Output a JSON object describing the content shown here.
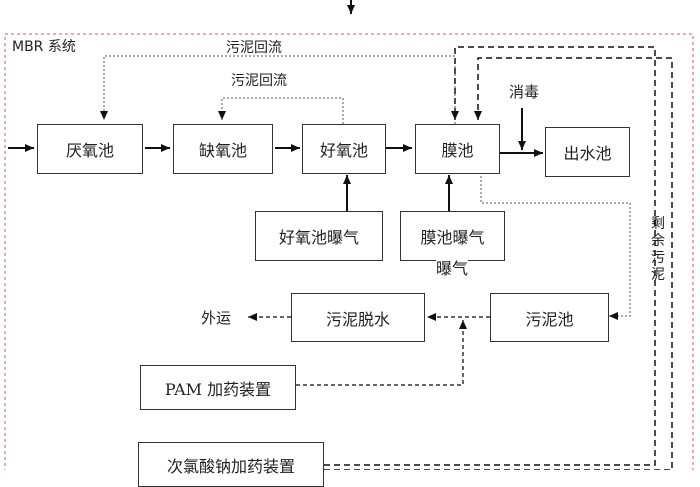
{
  "system_label": "MBR 系统",
  "nodes": {
    "anaerobic": "厌氧池",
    "anoxic": "缺氧池",
    "aerobic": "好氧池",
    "membrane": "膜池",
    "effluent": "出水池",
    "aerobic_aeration": "好氧池曝气",
    "membrane_aeration": "膜池曝气",
    "sludge_tank": "污泥池",
    "sludge_dewatering": "污泥脱水",
    "pam_dosing": "PAM 加药装置",
    "hypochlorite_dosing": "次氯酸钠加药装置"
  },
  "labels": {
    "sludge_return_outer": "污泥回流",
    "sludge_return_inner": "污泥回流",
    "disinfection": "消毒",
    "excess_sludge": "剩余污泥",
    "outward_transport": "外运",
    "membrane_aeration_overflow": "曝气"
  }
}
